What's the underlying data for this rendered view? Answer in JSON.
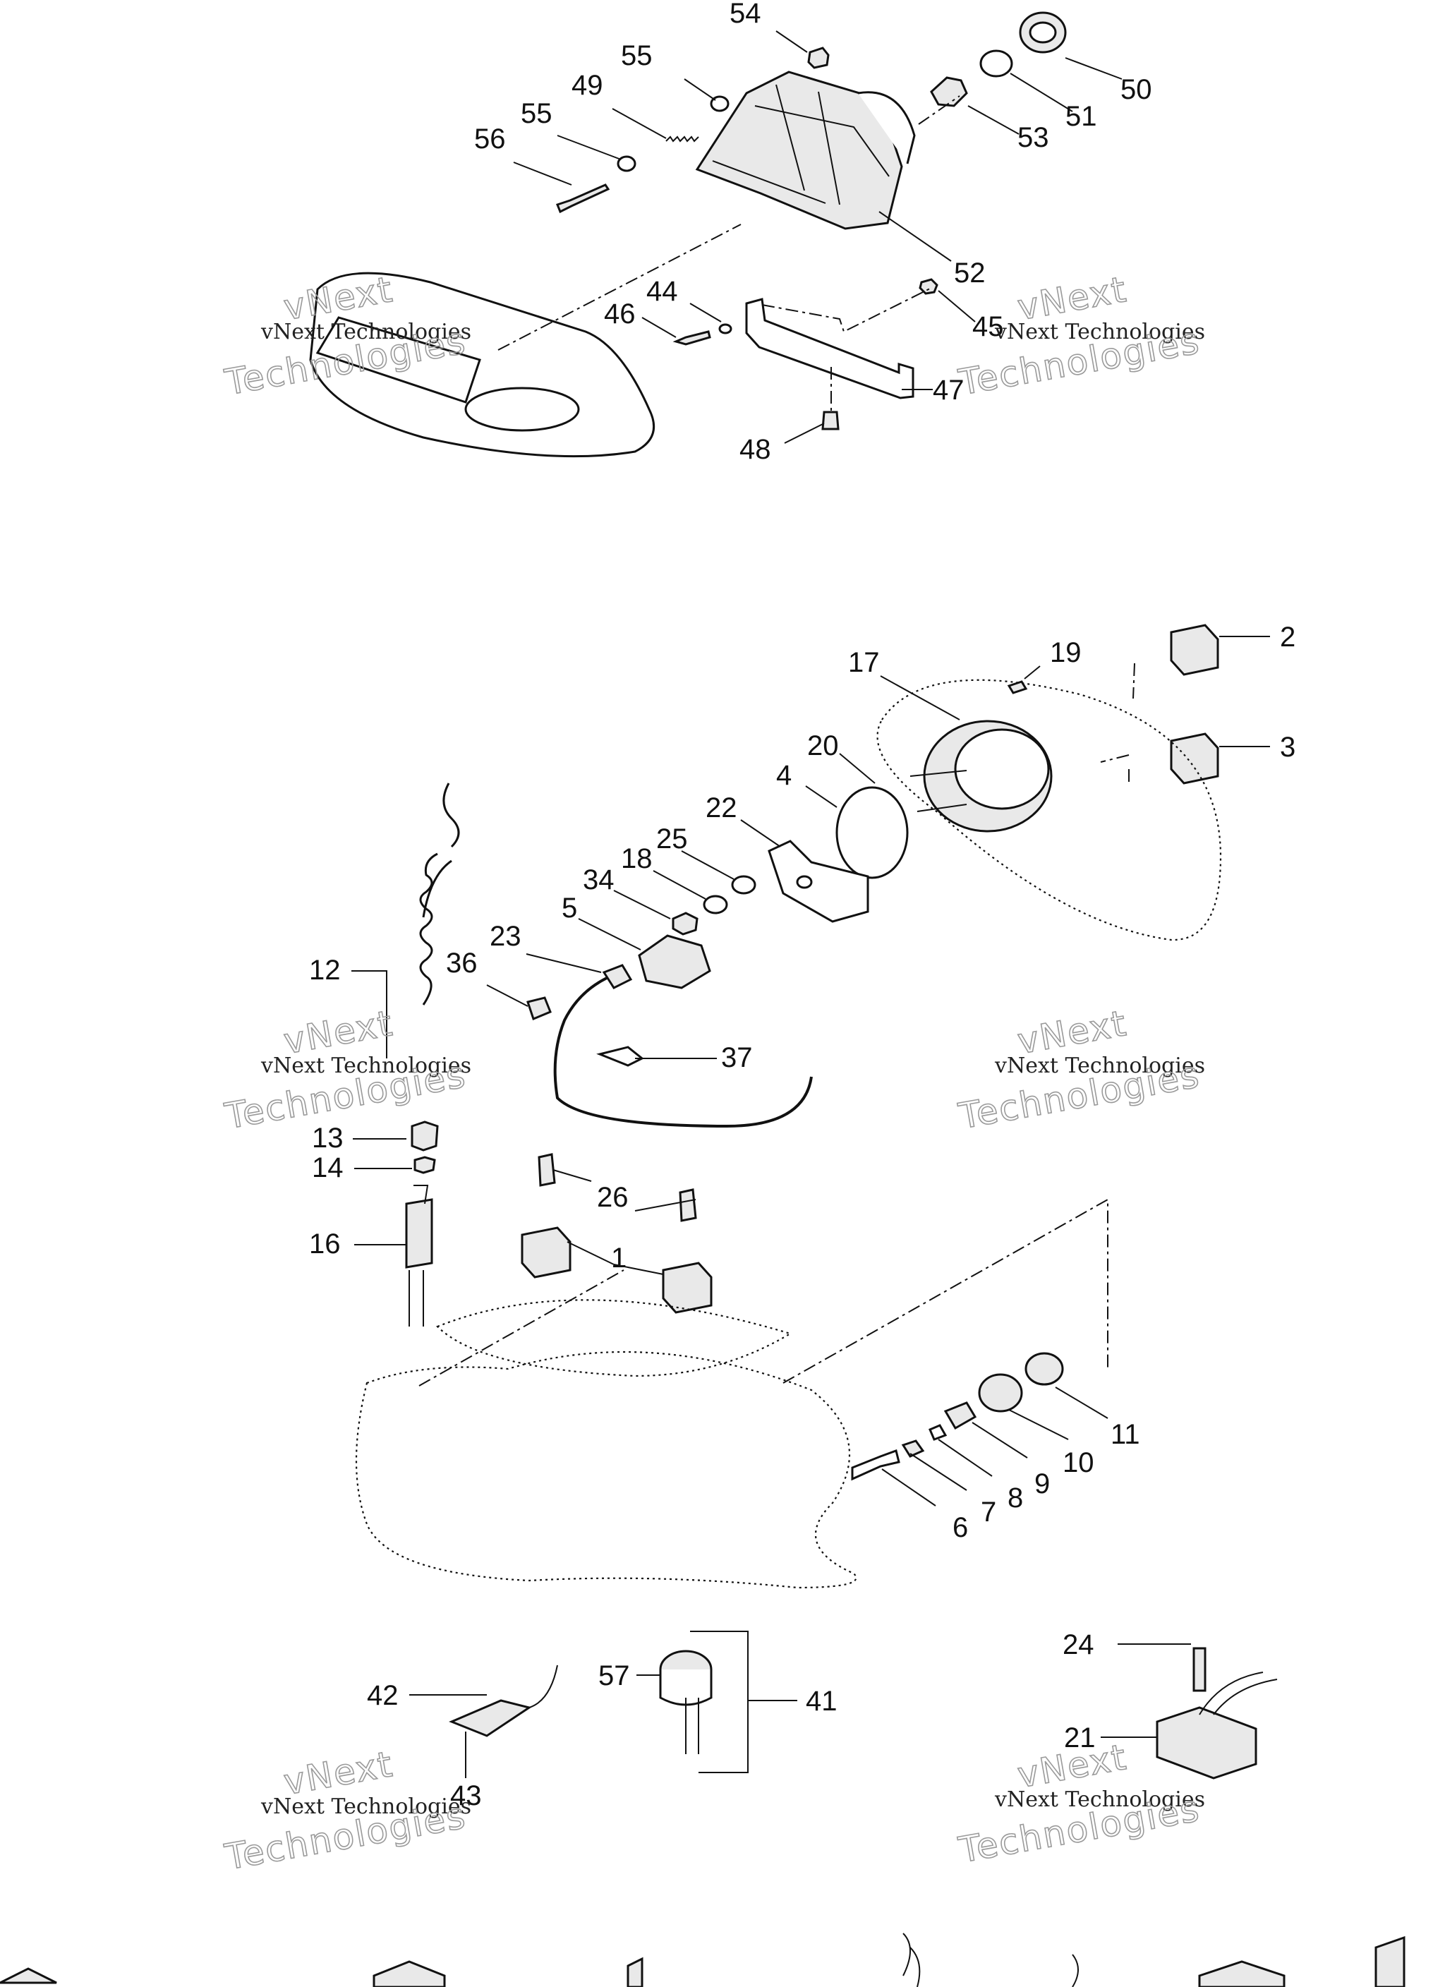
{
  "watermarks": [
    {
      "line1": "vNext Technologies",
      "line2": "vNext",
      "line3": "Technologies"
    },
    {
      "line1": "vNext Technologies",
      "line2": "vNext",
      "line3": "Technologies"
    },
    {
      "line1": "vNext Technologies",
      "line2": "vNext",
      "line3": "Technologies"
    },
    {
      "line1": "vNext Technologies",
      "line2": "vNext",
      "line3": "Technologies"
    },
    {
      "line1": "vNext Technologies",
      "line2": "vNext",
      "line3": "Technologies"
    },
    {
      "line1": "vNext Technologies",
      "line2": "vNext",
      "line3": "Technologies"
    }
  ],
  "callouts": {
    "c54": "54",
    "c55a": "55",
    "c49": "49",
    "c55b": "55",
    "c56": "56",
    "c50": "50",
    "c51": "51",
    "c53": "53",
    "c52": "52",
    "c44": "44",
    "c46": "46",
    "c45": "45",
    "c47": "47",
    "c48": "48",
    "c2": "2",
    "c3": "3",
    "c19": "19",
    "c17": "17",
    "c20": "20",
    "c4": "4",
    "c22": "22",
    "c25": "25",
    "c18": "18",
    "c34": "34",
    "c5": "5",
    "c23": "23",
    "c36": "36",
    "c37": "37",
    "c12": "12",
    "c13": "13",
    "c14": "14",
    "c16": "16",
    "c26": "26",
    "c1": "1",
    "c11": "11",
    "c10": "10",
    "c9": "9",
    "c8": "8",
    "c7": "7",
    "c6": "6",
    "c24": "24",
    "c21": "21",
    "c42": "42",
    "c43": "43",
    "c57": "57",
    "c41": "41"
  }
}
